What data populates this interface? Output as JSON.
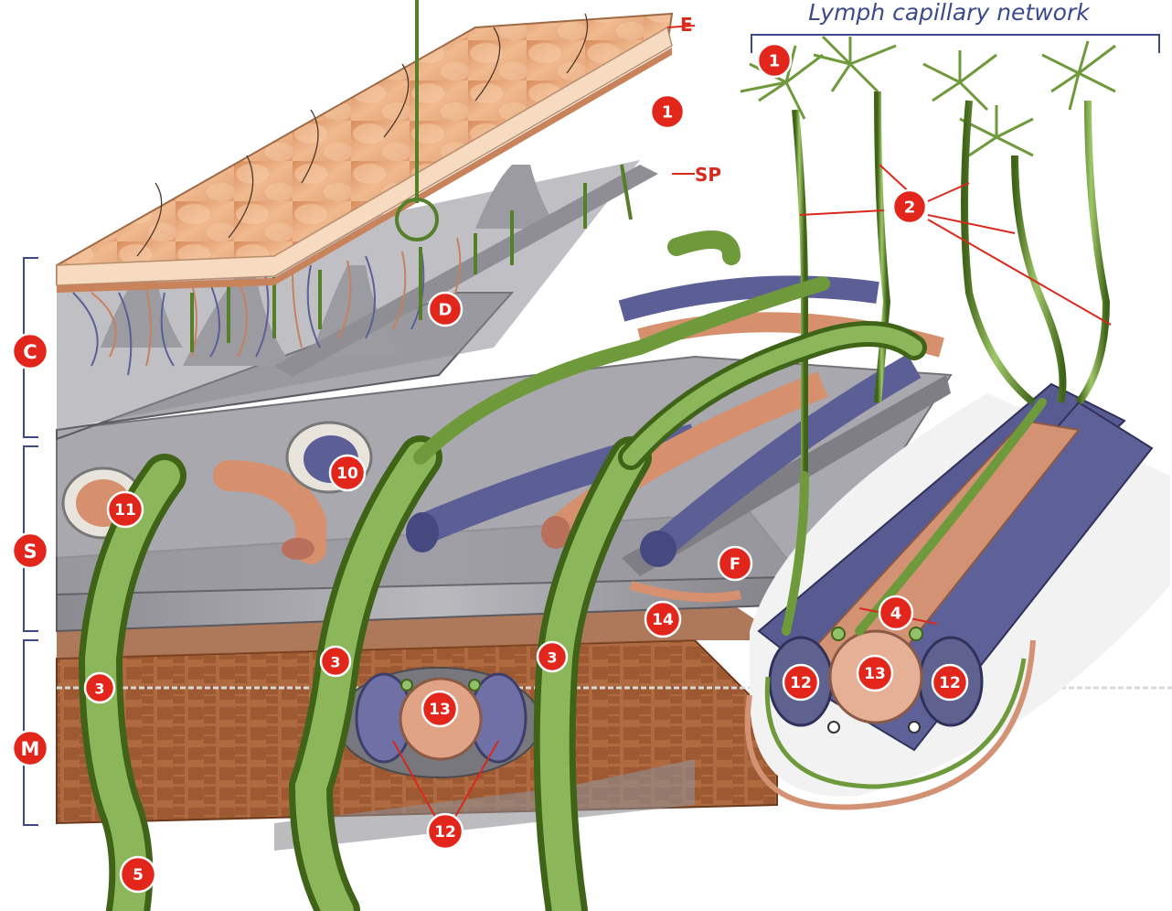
{
  "title": "Lymph capillary network",
  "edge_labels": {
    "epidermis": "E",
    "subpapillary": "SP"
  },
  "layer_labels": {
    "cutis": "C",
    "subcutis": "S",
    "muscle": "M"
  },
  "markers": {
    "network": "1",
    "surface": "1",
    "collectors": "2",
    "d": "D",
    "f": "F",
    "vessel_3_left": "3",
    "vessel_3_middle": "3",
    "vessel_3_right": "3",
    "bundle_4": "4",
    "vessel_5": "5",
    "artery_10": "10",
    "artery_11": "11",
    "muscle_12_lower": "12",
    "bundle_12_left": "12",
    "bundle_12_right": "12",
    "muscle_13": "13",
    "bundle_13": "13",
    "vessel_14": "14"
  },
  "colors": {
    "label_red": "#e3261b",
    "title_blue": "#3a4a8a",
    "lymph": "#6e9a3c",
    "lymph_dark": "#3f6418",
    "vein": "#5c5f95",
    "artery": "#d6906e",
    "skin": "#e6a677",
    "fascia": "#9e9ea4",
    "muscle": "#a65c34"
  }
}
